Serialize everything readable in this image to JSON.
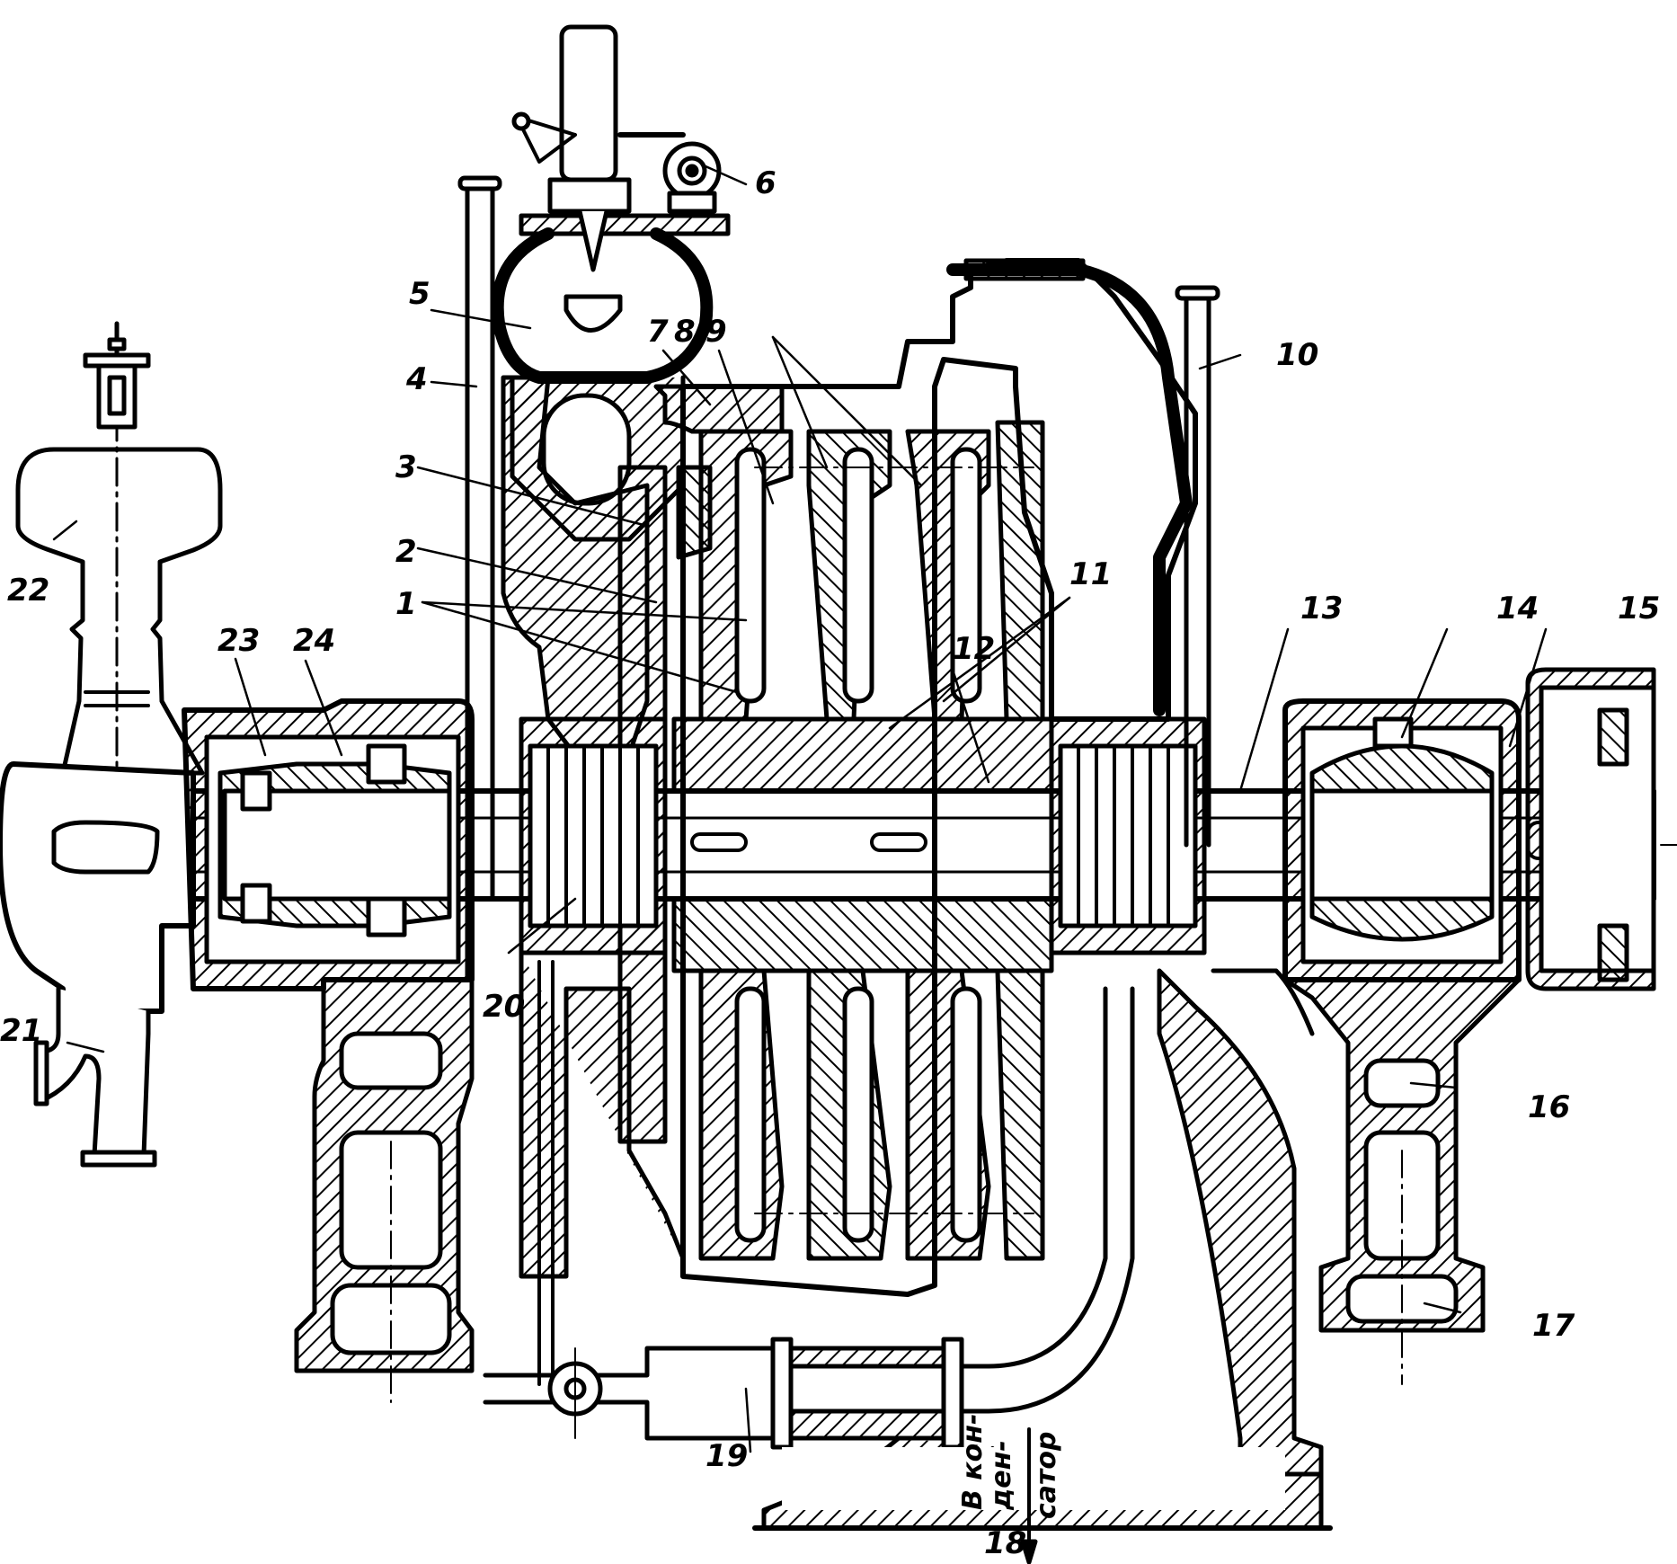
{
  "figure": {
    "subject": "Steam turbine longitudinal section",
    "part_labels": [
      {
        "id": "1",
        "text": "1"
      },
      {
        "id": "2",
        "text": "2"
      },
      {
        "id": "3",
        "text": "3"
      },
      {
        "id": "4",
        "text": "4"
      },
      {
        "id": "5",
        "text": "5"
      },
      {
        "id": "6",
        "text": "6"
      },
      {
        "id": "7",
        "text": "7"
      },
      {
        "id": "8",
        "text": "8"
      },
      {
        "id": "9",
        "text": "9"
      },
      {
        "id": "10",
        "text": "10"
      },
      {
        "id": "11",
        "text": "11"
      },
      {
        "id": "12",
        "text": "12"
      },
      {
        "id": "13",
        "text": "13"
      },
      {
        "id": "14",
        "text": "14"
      },
      {
        "id": "15",
        "text": "15"
      },
      {
        "id": "16",
        "text": "16"
      },
      {
        "id": "17",
        "text": "17"
      },
      {
        "id": "18",
        "text": "18"
      },
      {
        "id": "19",
        "text": "19"
      },
      {
        "id": "20",
        "text": "20"
      },
      {
        "id": "21",
        "text": "21"
      },
      {
        "id": "22",
        "text": "22"
      },
      {
        "id": "23",
        "text": "23"
      },
      {
        "id": "24",
        "text": "24"
      }
    ],
    "annotation": {
      "line1": "В кон-",
      "line2": "ден-",
      "line3": "сатор"
    }
  },
  "colors": {
    "ink": "#000000",
    "paper": "#ffffff"
  }
}
